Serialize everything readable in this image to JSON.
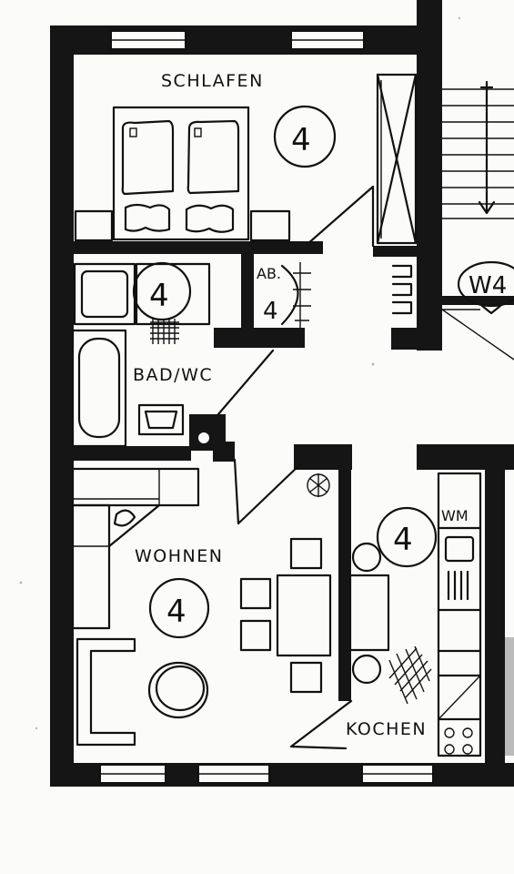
{
  "rooms": {
    "schlafen": {
      "label": "SCHLAFEN",
      "marker": "4"
    },
    "bad": {
      "label": "BAD/WC",
      "marker": "4"
    },
    "abstell": {
      "label": "AB.",
      "marker": "4"
    },
    "wohnen": {
      "label": "WOHNEN",
      "marker": "4"
    },
    "kochen": {
      "label": "KOCHEN",
      "marker": "4"
    }
  },
  "appliances": {
    "washing_machine": "WM"
  },
  "stair_marker": {
    "label": "W4"
  },
  "colors": {
    "ink": "#151515",
    "paper": "#fbfbfa"
  }
}
